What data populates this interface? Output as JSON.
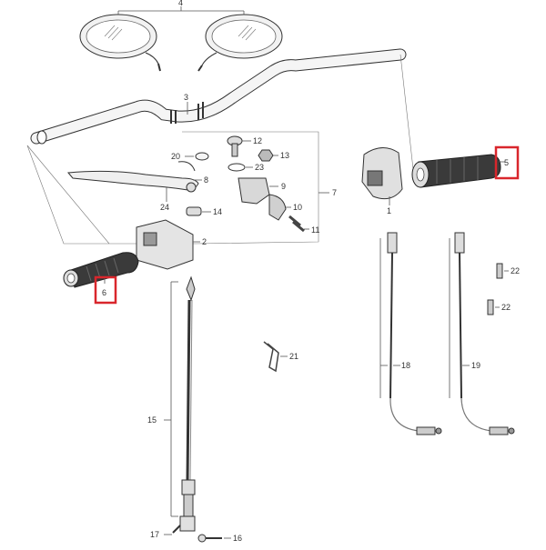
{
  "diagram": {
    "callouts": {
      "c1": "1",
      "c2": "2",
      "c3": "3",
      "c4": "4",
      "c5": "5",
      "c6": "6",
      "c7": "7",
      "c8": "8",
      "c9": "9",
      "c10": "10",
      "c11": "11",
      "c12": "12",
      "c13": "13",
      "c14": "14",
      "c15": "15",
      "c16": "16",
      "c17": "17",
      "c18": "18",
      "c19": "19",
      "c20": "20",
      "c21": "21",
      "c22a": "22",
      "c22b": "22",
      "c23": "23",
      "c24": "24"
    },
    "highlighted_parts": [
      "5",
      "6"
    ],
    "colors": {
      "highlight": "#d9262c",
      "line": "#555555",
      "grip": "#3a3a3a"
    }
  }
}
